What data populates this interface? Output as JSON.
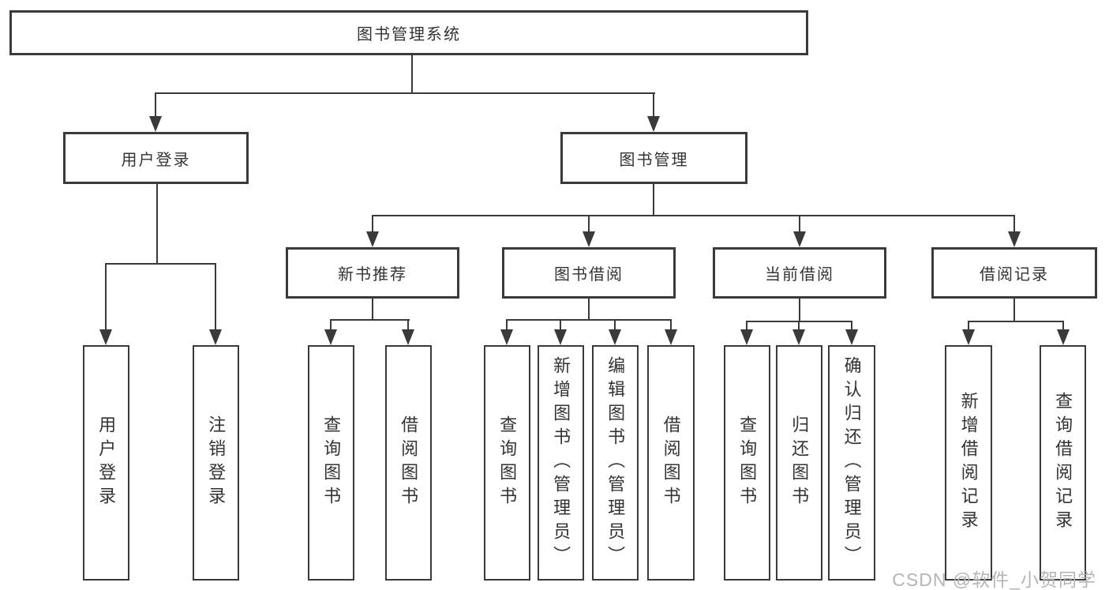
{
  "diagram": {
    "title": "图书管理系统",
    "type": "functional-structure-tree",
    "colors": {
      "line": "#3a3a3a",
      "text": "#333333",
      "background": "#ffffff",
      "watermark": "#b5b5b5"
    },
    "nodes": {
      "root": {
        "label": "图书管理系统"
      },
      "user_login": {
        "label": "用户登录"
      },
      "book_mgmt": {
        "label": "图书管理"
      },
      "new_book_rec": {
        "label": "新书推荐"
      },
      "book_borrow": {
        "label": "图书借阅"
      },
      "current_borrow": {
        "label": "当前借阅"
      },
      "borrow_record": {
        "label": "借阅记录"
      },
      "leaf_user_login": {
        "label": "用户登录"
      },
      "leaf_logout": {
        "label": "注销登录"
      },
      "leaf_query_book_a": {
        "label": "查询图书"
      },
      "leaf_borrow_book_a": {
        "label": "借阅图书"
      },
      "leaf_query_book_b": {
        "label": "查询图书"
      },
      "leaf_add_book": {
        "label": "新增图书（管理员）"
      },
      "leaf_edit_book": {
        "label": "编辑图书（管理员）"
      },
      "leaf_borrow_book_b": {
        "label": "借阅图书"
      },
      "leaf_query_book_c": {
        "label": "查询图书"
      },
      "leaf_return_book": {
        "label": "归还图书"
      },
      "leaf_confirm_return": {
        "label": "确认归还（管理员）"
      },
      "leaf_add_record": {
        "label": "新增借阅记录"
      },
      "leaf_query_record": {
        "label": "查询借阅记录"
      }
    },
    "structure": {
      "图书管理系统": {
        "用户登录": [
          "用户登录",
          "注销登录"
        ],
        "图书管理": {
          "新书推荐": [
            "查询图书",
            "借阅图书"
          ],
          "图书借阅": [
            "查询图书",
            "新增图书（管理员）",
            "编辑图书（管理员）",
            "借阅图书"
          ],
          "当前借阅": [
            "查询图书",
            "归还图书",
            "确认归还（管理员）"
          ],
          "借阅记录": [
            "新增借阅记录",
            "查询借阅记录"
          ]
        }
      }
    },
    "watermark": "CSDN @软件_小贺同学"
  }
}
